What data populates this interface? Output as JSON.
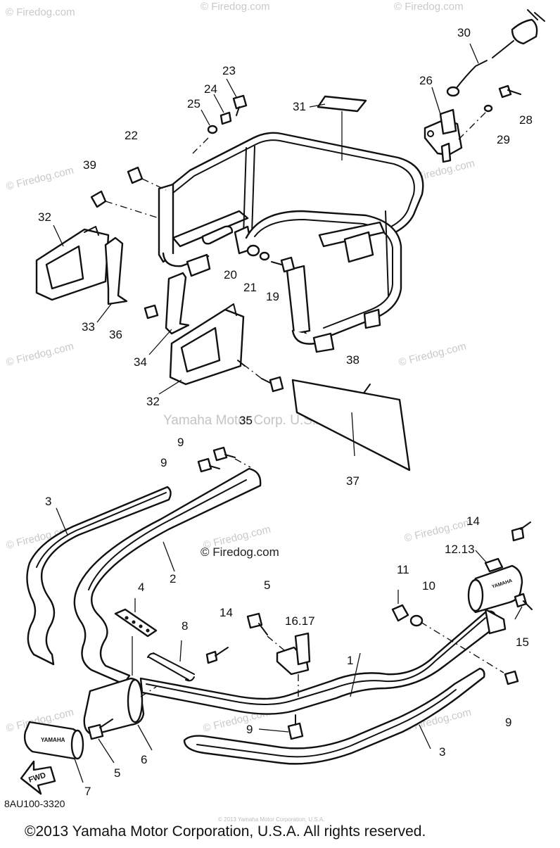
{
  "watermarks": {
    "tile": "© Firedog.com",
    "center_brand": "Yamaha Motor Corp. U.S.A.",
    "center_site": "© Firedog.com",
    "faint_footer": "© 2013 Yamaha Motor Corporation, U.S.A."
  },
  "diagram_code": "8AU100-3320",
  "copyright": "©2013 Yamaha Motor Corporation, U.S.A. All rights reserved.",
  "fwd_label": "FWD",
  "grip_logo": "YAMAHA",
  "callouts": [
    "1",
    "2",
    "3",
    "3",
    "4",
    "5",
    "5",
    "6",
    "7",
    "8",
    "9",
    "9",
    "9",
    "9",
    "10",
    "11",
    "12.13",
    "14",
    "14",
    "15",
    "16.17",
    "19",
    "20",
    "21",
    "22",
    "23",
    "24",
    "25",
    "26",
    "28",
    "29",
    "30",
    "31",
    "32",
    "32",
    "33",
    "34",
    "35",
    "36",
    "37",
    "38",
    "39"
  ]
}
